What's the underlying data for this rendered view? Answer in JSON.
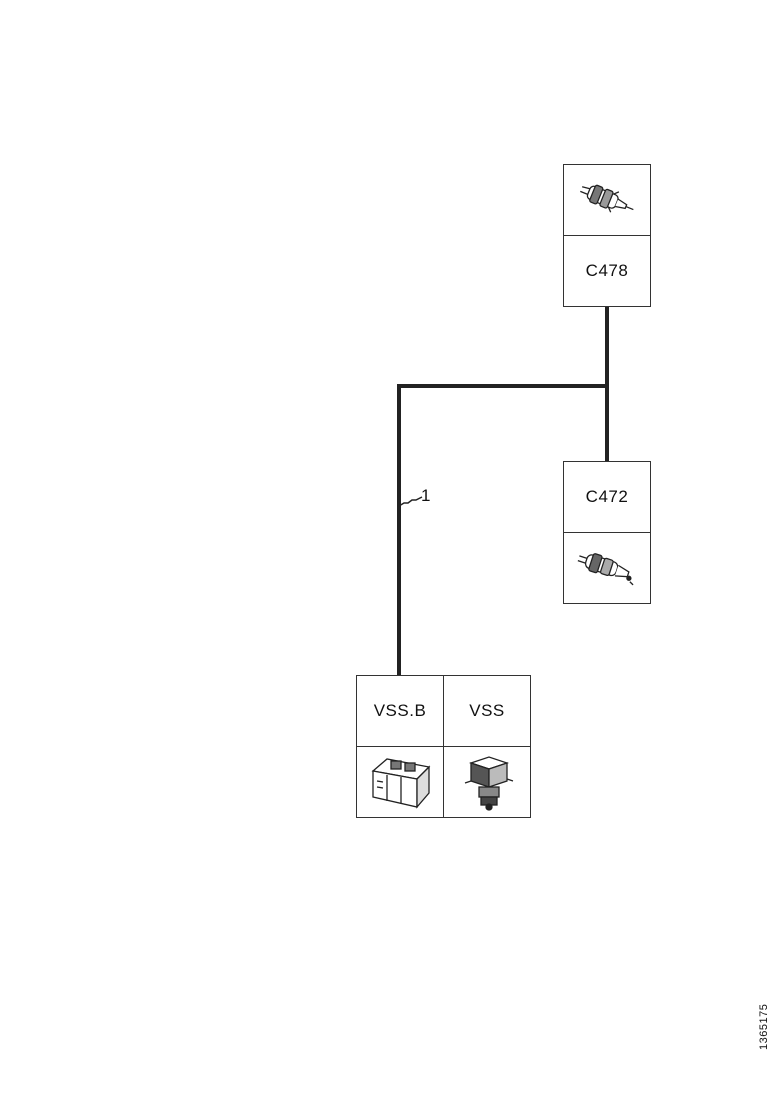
{
  "connectors": {
    "c478": {
      "label": "C478",
      "icon": "inline-connector-icon"
    },
    "c472": {
      "label": "C472",
      "icon": "inline-connector-icon"
    },
    "vss_b": {
      "label": "VSS.B",
      "icon": "connector-housing-icon"
    },
    "vss": {
      "label": "VSS",
      "icon": "sensor-icon"
    }
  },
  "wire": {
    "label": "1"
  },
  "document": {
    "id": "1365175"
  }
}
